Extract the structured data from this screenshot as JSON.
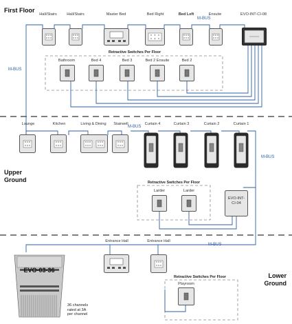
{
  "floors": {
    "first": "First Floor",
    "upper": "Upper\nGround",
    "lower": "Lower\nGround"
  },
  "bus_label": "M-BUS",
  "retractive_label": "Retractive Switches Per Floor",
  "first_floor": {
    "top_devices": [
      "Hall/Stairs",
      "Hall/Stairs",
      "Master Bed",
      "Bed Right",
      "Bed Left",
      "Ensuite",
      "EVO-INT-CI-08"
    ],
    "retractive": [
      "Bathroom",
      "Bed 4",
      "Bed 3",
      "Bed 2 Ensuite",
      "Bed 2"
    ]
  },
  "upper_ground": {
    "devices": [
      "Lounge",
      "Kitchen",
      "Living & Dining",
      "Stairwell",
      "Curtain 4",
      "Curtain 3",
      "Curtain 2",
      "Curtain 1"
    ],
    "retractive": [
      "Larder",
      "Larder"
    ],
    "interface": "EVO-INT-\nCI-04"
  },
  "lower_ground": {
    "controller": "EVO-03-36",
    "controller_note": "36 channels\nrated at 3A\nper channel",
    "devices": [
      "Entrance Hall",
      "Entrance Hall"
    ],
    "retractive": [
      "Playroom"
    ]
  },
  "colors": {
    "bus": "#2b5fa5",
    "divider": "#333333",
    "group_border": "#888888",
    "device_fill": "#e6e6e6"
  }
}
